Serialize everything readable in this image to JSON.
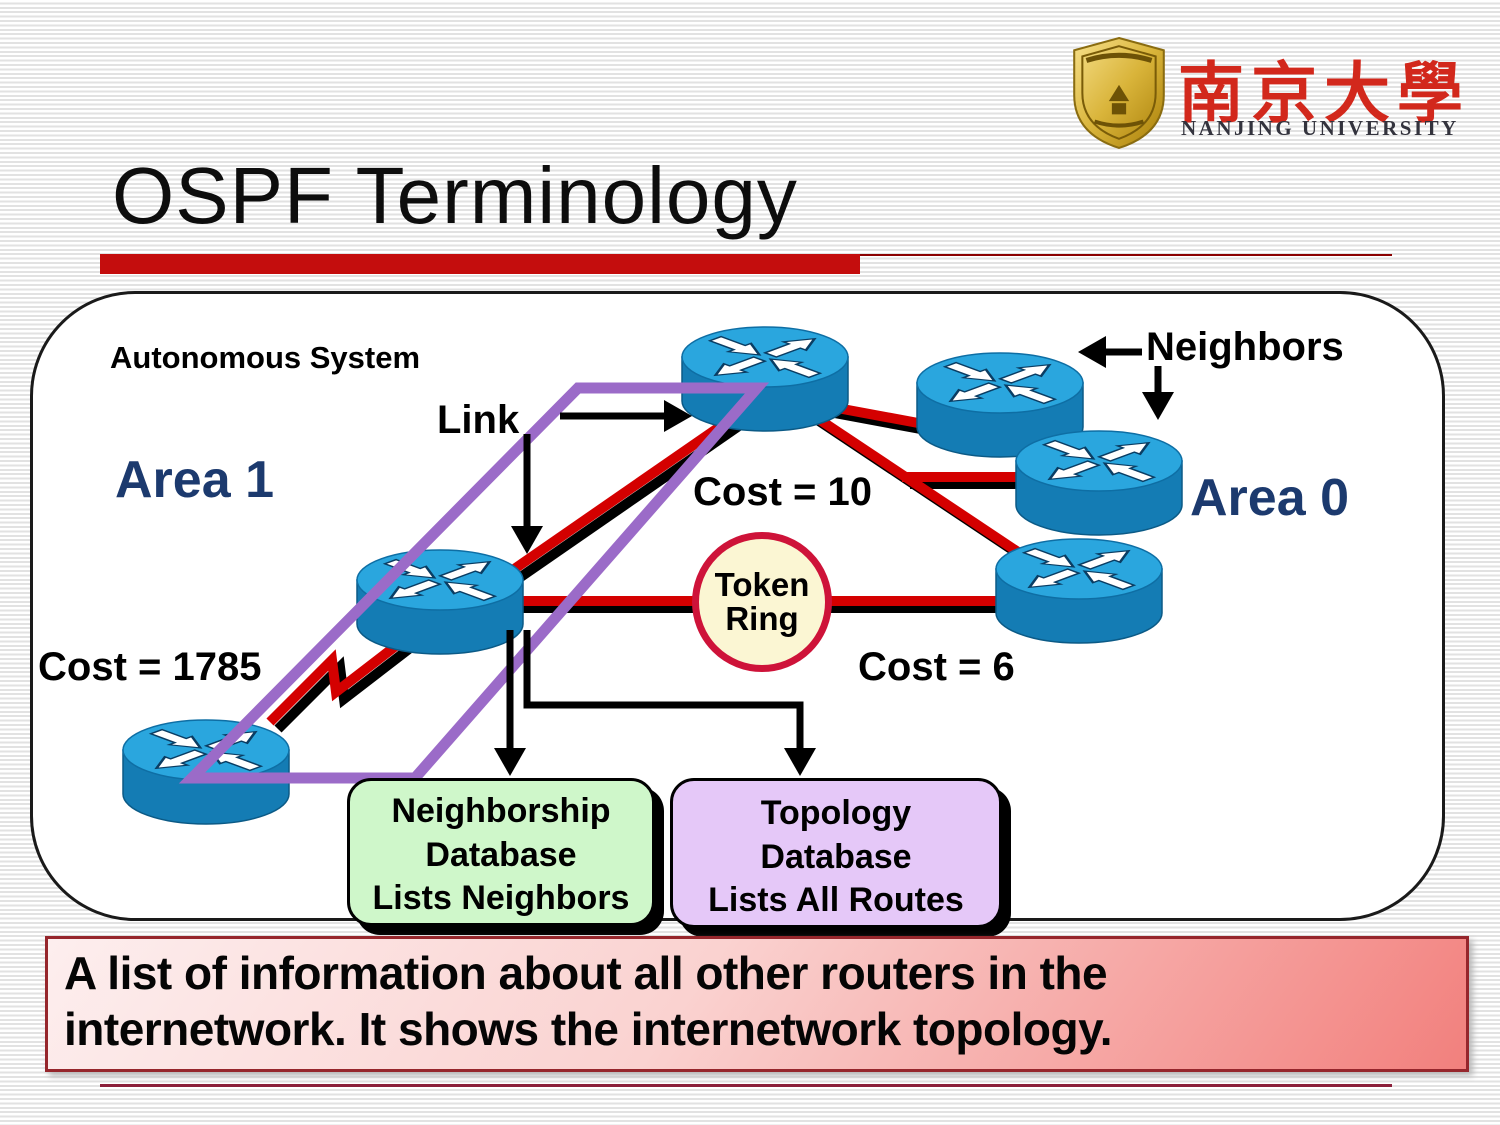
{
  "logo": {
    "chinese_name": "南京大學",
    "english_name": "NANJING UNIVERSITY"
  },
  "title": {
    "text": "OSPF Terminology"
  },
  "diagram": {
    "autonomous_system_label": "Autonomous System",
    "area_1_label": "Area 1",
    "area_0_label": "Area 0",
    "link_label": "Link",
    "neighbors_label": "Neighbors",
    "cost_10_label": "Cost = 10",
    "cost_6_label": "Cost = 6",
    "cost_1785_label": "Cost = 1785",
    "token_ring": {
      "line1": "Token",
      "line2": "Ring"
    },
    "neighborship_box": {
      "line1": "Neighborship",
      "line2": "Database",
      "line3": "Lists Neighbors"
    },
    "topology_box": {
      "line1": "Topology",
      "line2": "Database",
      "line3": "Lists All Routes"
    }
  },
  "footer": {
    "line1": "A list of information about all other routers in the",
    "line2": "internetwork. It shows the internetwork topology."
  },
  "icons": {
    "router": "cisco-router-icon",
    "token_ring": "token-ring-node",
    "shield": "university-shield-logo"
  },
  "colors": {
    "title_accent_red": "#c40d0d",
    "navy_text": "#1c3a6e",
    "link_red": "#d40000",
    "area_outline_purple": "#9b6bc8",
    "neighborship_box_green": "#cff7ca",
    "topology_box_purple": "#e5c8f8",
    "token_ring_fill": "#fbf6d3",
    "token_ring_border": "#ce1339",
    "footer_gradient_from": "#fdeeee",
    "footer_gradient_to": "#f2807d",
    "background_stripe": "#e2e2e2",
    "router_top_blue": "#2aa6de",
    "router_side_blue": "#1478ad",
    "logo_gold": "#d9b43a"
  }
}
